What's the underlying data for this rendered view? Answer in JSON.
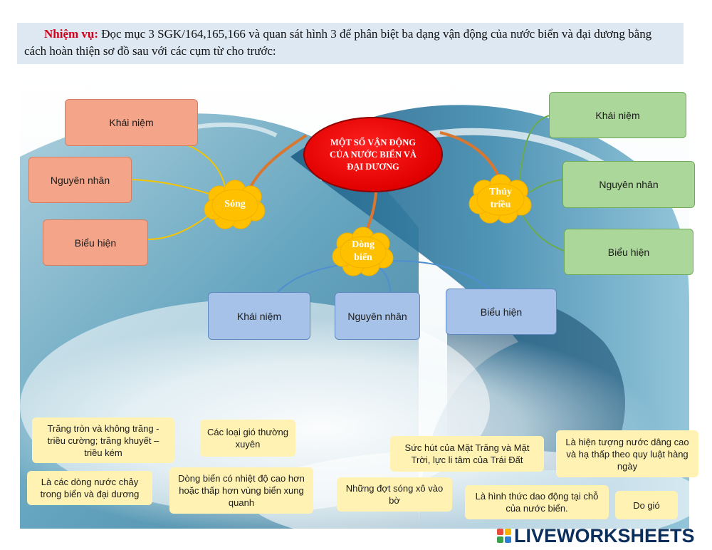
{
  "task": {
    "label": "Nhiệm vụ:",
    "text": " Đọc mục 3 SGK/164,165,166 và quan sát hình 3 để phân biệt ba dạng vận động của nước biển và đại dương bằng cách hoàn thiện sơ đồ sau với các cụm từ cho trước:"
  },
  "center": {
    "label": "MỘT SỐ VẬN ĐỘNG CỦA NƯỚC BIỂN VÀ ĐẠI DƯƠNG"
  },
  "song": {
    "label": "Sóng",
    "boxes": [
      "Khái niệm",
      "Nguyên nhân",
      "Biểu hiện"
    ]
  },
  "thuy_trieu": {
    "label": "Thủy triều",
    "boxes": [
      "Khái niệm",
      "Nguyên nhân",
      "Biểu hiện"
    ]
  },
  "dong_bien": {
    "label": "Dòng biển",
    "boxes": [
      "Khái niệm",
      "Nguyên nhân",
      "Biểu hiện"
    ]
  },
  "phrases": [
    "Trăng tròn và không trăng - triều cường; trăng khuyết – triều kém",
    "Các loại gió thường xuyên",
    "Sức hút của Mặt Trăng và Mặt Trời, lực li tâm của Trái Đất",
    "Là hiện tượng nước dâng cao và hạ thấp theo quy luật hàng ngày",
    "Là các dòng nước chảy trong biển và đại dương",
    "Dòng biển có nhiệt độ cao hơn hoặc thấp hơn vùng biển xung quanh",
    "Những đợt sóng xô vào bờ",
    "Là hình thức dao động tại chỗ của nước biển.",
    "Do gió"
  ],
  "brand": {
    "text": "LIVEWORKSHEETS"
  },
  "colors": {
    "orange": "#f4a589",
    "green": "#acd79b",
    "blue": "#a6c2e8",
    "center": "#e00000",
    "cloud": "#ffc000",
    "card": "#fff2b3"
  }
}
